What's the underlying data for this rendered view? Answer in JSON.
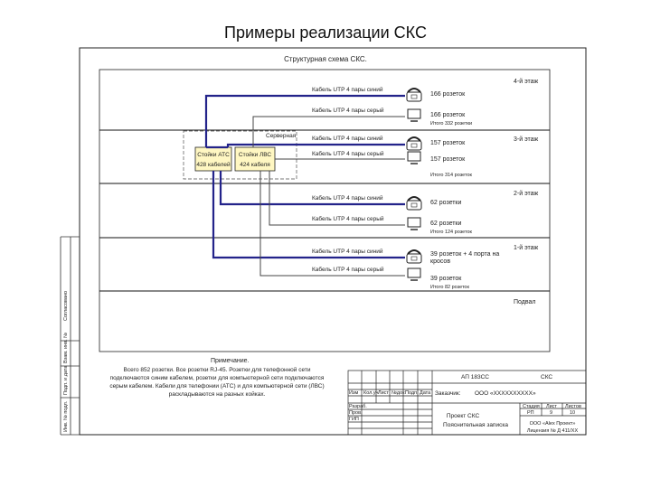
{
  "title": "Примеры реализации СКС",
  "scheme_title": "Структурная схема СКС.",
  "floors": [
    {
      "label": "4-й этаж",
      "rows": [
        {
          "cable": "Кабель UTP 4 пары синий",
          "outlets": "166 розеток"
        },
        {
          "cable": "Кабель UTP 4 пары серый",
          "outlets": "166 розеток"
        }
      ],
      "total": "Итого 332 розетки"
    },
    {
      "label": "3-й этаж",
      "rows": [
        {
          "cable": "Кабель UTP 4 пары синий",
          "outlets": "157 розеток"
        },
        {
          "cable": "Кабель UTP 4 пары серый",
          "outlets": "157 розеток"
        }
      ],
      "total": "Итого 314 розеток"
    },
    {
      "label": "2-й этаж",
      "rows": [
        {
          "cable": "Кабель UTP 4 пары синий",
          "outlets": "62 розетки"
        },
        {
          "cable": "Кабель UTP 4 пары серый",
          "outlets": "62 розетки"
        }
      ],
      "total": "Итого 124 розеток"
    },
    {
      "label": "1-й этаж",
      "rows": [
        {
          "cable": "Кабель UTP 4 пары синий",
          "outlets": "39 розеток + 4 порта на кросов"
        },
        {
          "cable": "Кабель UTP 4 пары серый",
          "outlets": "39 розеток"
        }
      ],
      "total": "Итого 82 розеток"
    }
  ],
  "basement": "Подвал",
  "server_room": "Серверная",
  "racks": [
    {
      "name": "Стойки АТС",
      "cables": "428 кабелей"
    },
    {
      "name": "Стойки ЛВС",
      "cables": "424 кабеля"
    }
  ],
  "note": {
    "heading": "Примечание.",
    "text": "Всего 852 розетки. Все розетки RJ-45. Розетки для телефонной сети подключаются синим кабелем, розетки для компьютерной сети подключаются серым кабелем. Кабели для телефонии (АТС) и для компьютерной сети (ЛВС) раскладываются на разных койках."
  },
  "stamp": {
    "code": "АП 183СС",
    "section": "СКС",
    "customer_label": "Заказчик:",
    "customer": "ООО «ХХХХХХХХХХ»",
    "project": "Проект СКС",
    "doc": "Пояснительная записка",
    "org": "ООО «Аlex Проект»",
    "license": "Лицензия № Д 411/ХХ",
    "stage_head": "Стадия",
    "sheet_head": "Лист",
    "sheets_head": "Листов",
    "stage": "РП",
    "sheet": "9",
    "sheets": "10",
    "rows": [
      "Разраб.",
      "Пров.",
      "ГИП"
    ],
    "cols": [
      "Изм",
      "Кол.уч",
      "Лист",
      "№док",
      "Подп.",
      "Дата"
    ]
  },
  "side_labels": [
    "Согласовано",
    "Взам. инв. №",
    "Подп. и дата",
    "Инв. № подл."
  ],
  "colors": {
    "phone_cable": "#23238a",
    "lan_cable": "#444444",
    "rack_fill": "#fff7c2",
    "server_border": "#777777"
  }
}
